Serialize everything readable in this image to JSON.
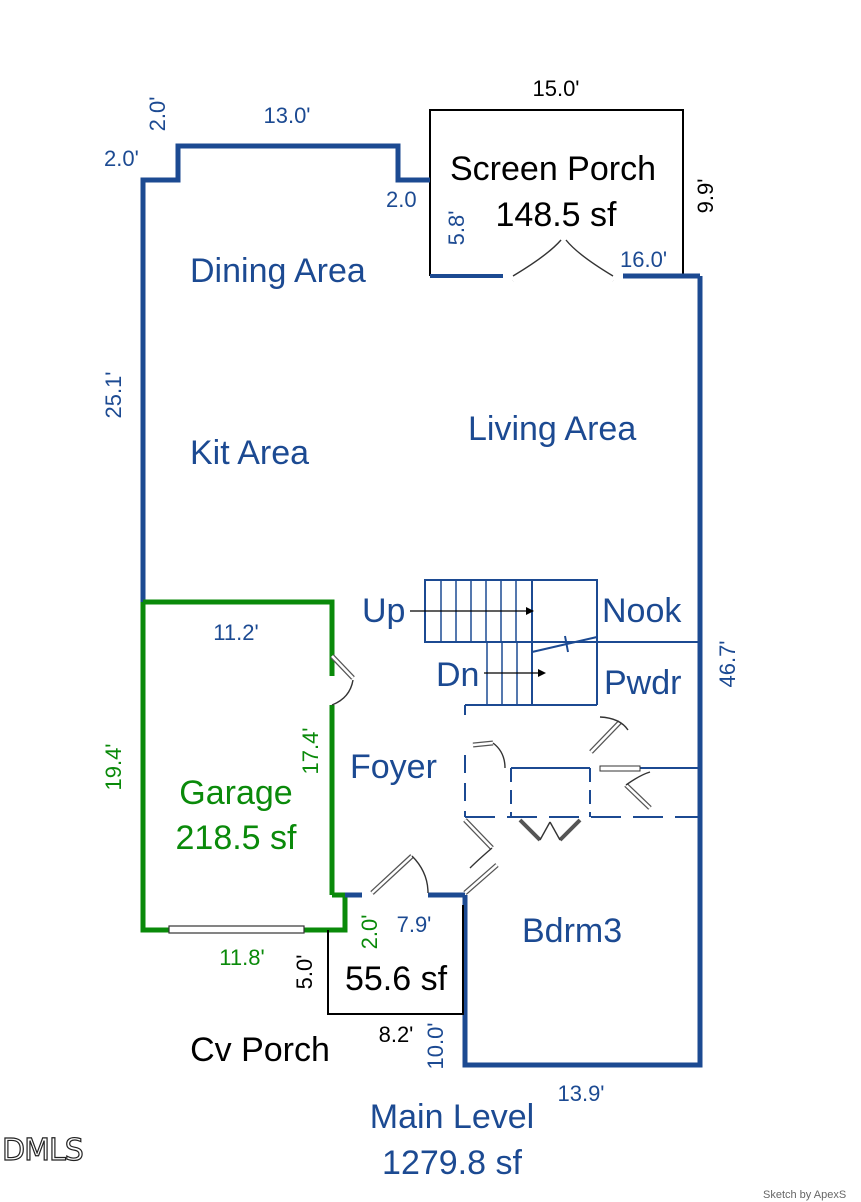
{
  "floor_label": {
    "name": "Main Level",
    "area": "1279.8 sf"
  },
  "rooms": {
    "dining": "Dining Area",
    "kitchen": "Kit Area",
    "living": "Living Area",
    "nook": "Nook",
    "powder": "Pwdr",
    "foyer": "Foyer",
    "bedroom3": "Bdrm3",
    "stairs_up": "Up",
    "stairs_down": "Dn"
  },
  "screen_porch": {
    "name": "Screen Porch",
    "area": "148.5 sf",
    "dim_top": "15.0'",
    "dim_right": "9.9'",
    "dim_left": "5.8'"
  },
  "garage": {
    "name": "Garage",
    "area": "218.5 sf",
    "dim_top": "11.2'",
    "dim_bottom": "11.8'",
    "dim_left": "19.4'",
    "dim_right": "17.4'",
    "dim_step": "2.0'"
  },
  "covered_porch": {
    "name": "Cv Porch",
    "area": "55.6 sf",
    "dim_top": "7.9'",
    "dim_bottom": "8.2'",
    "dim_left": "5.0'"
  },
  "main_dims": {
    "top_jog_left": "2.0'",
    "top_jog_rise": "2.0'",
    "top_width": "13.0'",
    "jog_right": "2.0",
    "porch_right": "16.0'",
    "left_height": "25.1'",
    "right_height": "46.7'",
    "bottom_width": "13.9'",
    "bottom_left": "10.0'"
  },
  "branding": {
    "logo": "DMLS",
    "credit": "Sketch by ApexS"
  }
}
